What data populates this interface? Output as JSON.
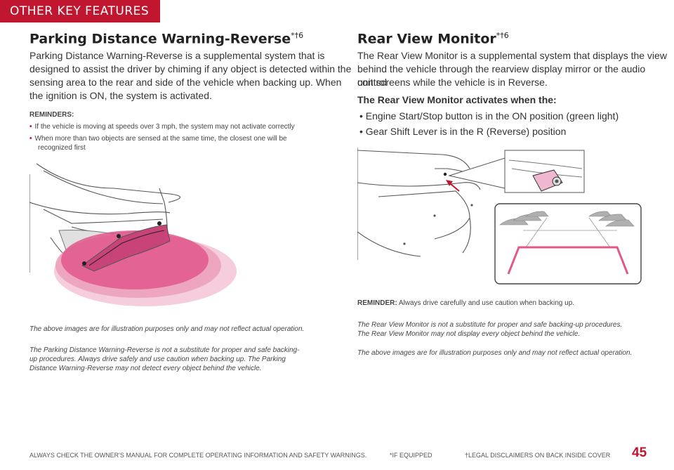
{
  "section_tab": "OTHER KEY FEATURES",
  "left": {
    "title": "Parking Distance Warning-Reverse",
    "title_marks": "*†6",
    "body_lines": [
      "Parking Distance Warning-Reverse is a supplemental system that is",
      "designed to assist the driver by chiming if any object is detected within the",
      "sensing area to the rear and side of the vehicle when backing up. When",
      "the ignition is ON, the system is activated."
    ],
    "reminders_heading": "REMINDERS:",
    "reminders": [
      "If the vehicle is moving at speeds over 3 mph, the system may not activate correctly",
      "When more than two objects are sensed at the same time, the closest one will be",
      "recognized first"
    ],
    "caption": "The above images are for illustration purposes only and may not reflect actual operation.",
    "disclaimer_lines": [
      "The Parking Distance Warning-Reverse is not a substitute for proper and safe backing-",
      "up procedures. Always drive safely and use caution when backing up. The Parking",
      "Distance Warning-Reverse may not detect every object behind the vehicle."
    ]
  },
  "right": {
    "title": "Rear View Monitor",
    "title_marks": "*†6",
    "body_lines": [
      "The Rear View Monitor is a supplemental system that displays the view",
      "behind the vehicle through the rearview display mirror or the audio control",
      "unit screens while the vehicle is in Reverse."
    ],
    "activates_heading": "The Rear View Monitor activates when the:",
    "bullets": [
      "Engine Start/Stop button is in the ON position (green light)",
      "Gear Shift Lever is in the R (Reverse) position"
    ],
    "reminder_label": "REMINDER:",
    "reminder_text": "Always drive carefully and use caution when backing up.",
    "disclaimer_lines": [
      "The Rear View Monitor is not a substitute for proper and safe backing-up procedures.",
      "The Rear View Monitor may not display every object behind the vehicle."
    ],
    "caption": "The above images are for illustration purposes only and may not reflect actual operation."
  },
  "footer": {
    "manual_note": "ALWAYS CHECK THE OWNER'S MANUAL FOR COMPLETE OPERATING INFORMATION AND SAFETY WARNINGS.",
    "if_equipped": "*IF EQUIPPED",
    "legal": "†LEGAL DISCLAIMERS ON BACK INSIDE COVER",
    "page_number": "45"
  },
  "colors": {
    "brand_red": "#c01630",
    "sensor_pink": "#e0588c"
  }
}
